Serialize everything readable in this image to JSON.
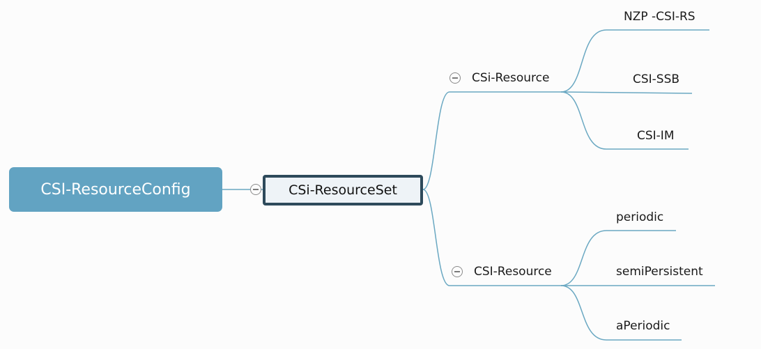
{
  "diagram": {
    "root": {
      "label": "CSI-ResourceConfig"
    },
    "child": {
      "label": "CSi-ResourceSet"
    },
    "branches": [
      {
        "label": "CSi-Resource",
        "leaves": [
          "NZP -CSI-RS",
          "CSI-SSB",
          "CSI-IM"
        ]
      },
      {
        "label": "CSI-Resource",
        "leaves": [
          "periodic",
          "semiPersistent",
          "aPeriodic"
        ]
      }
    ]
  },
  "colors": {
    "root_fill": "#62a3c2",
    "connector": "#6aa8c2",
    "mid_border": "#2e4a5b",
    "mid_fill": "#eef3f7"
  }
}
